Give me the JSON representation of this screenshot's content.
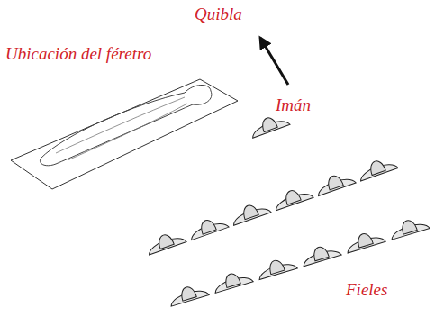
{
  "diagram": {
    "labels": [
      "Quibla",
      "Ubicación del féretro",
      "Imán",
      "Fieles"
    ]
  }
}
